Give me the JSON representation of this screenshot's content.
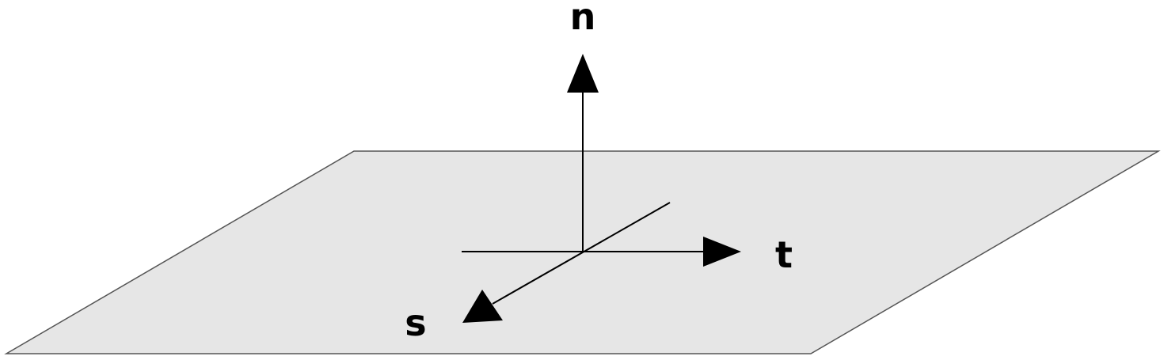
{
  "colors": {
    "plane_fill": "#e6e6e6",
    "plane_stroke": "#555555",
    "line": "#000000",
    "background": "#ffffff"
  },
  "labels": {
    "normal": "n",
    "tangent": "t",
    "binormal": "s"
  }
}
